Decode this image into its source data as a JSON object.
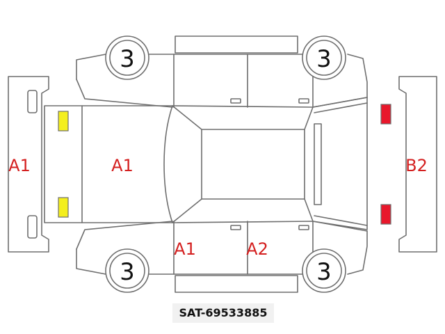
{
  "diagram": {
    "accent_red": "#d42020",
    "marker_yellow": "#f4ef1e",
    "marker_red": "#e8172b",
    "tires": {
      "front_left": "3",
      "rear_left": "3",
      "front_right": "3",
      "rear_right": "3"
    },
    "labels": {
      "front_bumper": "A1",
      "hood": "A1",
      "front_door_bottom": "A1",
      "rear_door_bottom": "A2",
      "rear_bumper": "B2"
    },
    "stock_number": "SAT-69533885"
  }
}
